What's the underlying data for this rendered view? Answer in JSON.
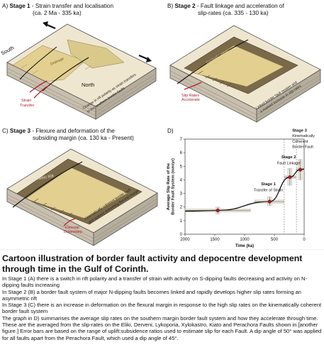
{
  "panels": {
    "a": {
      "letter": "A)",
      "stage": "Stage 1",
      "title_line1": " - Strain transfer and localisation",
      "title_line2": "(ca. 2 Ma - 335 ka)",
      "labels": {
        "south": "South",
        "north": "North",
        "strain_transfer_1": "Strain",
        "strain_transfer_2": "Transfer",
        "drainage": "Drainage",
        "note_1": "Change in rift polarity as strain transfers",
        "note_2": "to the southern border faults"
      }
    },
    "b": {
      "letter": "B)",
      "stage": "Stage 2",
      "title_line1": " - Fault linkage and acceleration of",
      "title_line2": "slip-rates (ca. 335 - 130 ka)",
      "labels": {
        "slip_rates_1": "Slip Rates",
        "slip_rates_2": "Accelerate",
        "drainage_1": "Footwall Linked",
        "drainage_2": "Drainage",
        "note_1": "Linked border fault system and",
        "note_2": "a marked increase in slip-rates"
      }
    },
    "c": {
      "letter": "C)",
      "stage": "Stage 3",
      "title_line1": " - Flexure and deformation of the",
      "title_line2": "subsiding margin (ca. 130 ka - Present)",
      "labels": {
        "asymmetric_rift": "Asymmetric Rift",
        "flexural_1": "Flexural",
        "flexural_2": "Downwarp",
        "note_1": "Kinematically coherent border fault",
        "note_2": "and actively deforming flexural margin"
      }
    },
    "d": {
      "letter": "D)"
    }
  },
  "chart_data": {
    "type": "line",
    "ylabel_line1": "Average Slip Rate of the",
    "ylabel_line2": "Border Fault System (mm/yr)",
    "xlabel": "Time (ka)",
    "xlim": [
      2000,
      0
    ],
    "ylim": [
      0,
      7
    ],
    "x_ticks": [
      2000,
      1500,
      1000,
      500,
      0
    ],
    "y_ticks": [
      0,
      1,
      2,
      3,
      4,
      5,
      6,
      7
    ],
    "x_tick_labels": [
      "2000",
      "1500",
      "1000",
      "500",
      "0"
    ],
    "y_tick_labels": [
      "0",
      "1",
      "2",
      "3",
      "4",
      "5",
      "6",
      "7"
    ],
    "points": [
      {
        "x": 1450,
        "y": 1.75,
        "xerr": [
          550,
          550
        ],
        "yerr": [
          0.25,
          0.25
        ]
      },
      {
        "x": 580,
        "y": 2.4,
        "xerr": [
          250,
          240
        ],
        "yerr": [
          0.3,
          0.35
        ]
      },
      {
        "x": 240,
        "y": 4.2,
        "xerr": [
          90,
          100
        ],
        "yerr": [
          0.6,
          0.65
        ]
      },
      {
        "x": 65,
        "y": 4.75,
        "xerr": [
          65,
          65
        ],
        "yerr": [
          0.75,
          0.75
        ]
      }
    ],
    "stage_dividers": [
      335,
      130
    ],
    "annotations": {
      "stage1_title": "Stage 1",
      "stage1_sub": "Transfer of Strain",
      "stage2_title": "Stage 2",
      "stage2_sub": "Fault Linkage",
      "stage3_title": "Stage 3",
      "stage3_sub1": "Kinematically",
      "stage3_sub2": "Coherent",
      "stage3_sub3": "Border Fault"
    },
    "colors": {
      "marker": "#a61b2b",
      "band": "#e6e3d9",
      "line": "#000000",
      "divider": "#888888"
    }
  },
  "caption": {
    "title": "Cartoon illustration of border fault activity and depocentre development through time in the Gulf of Corinth.",
    "paragraphs": [
      "In Stage 1 (A) there is a switch in rift polarity and a transfer of strain with activity on S-dipping faults decreasing and activity on N-dipping faults increasing",
      "In Stage 2 (B) a border fault system of major N-dipping faults becomes linked and rapidly develops higher slip rates forming an asymmetric rift",
      "In Stage 3 (C) there is an increase in deformation on the flexural margin in response to the high slip rates on the kinematically coherent border fault system",
      "The graph in D) summarises the average slip rates on the southern margin border fault system and how they accelerate through time. These are the averaged from the slip-rates on the Eliki, Derveni, Lykoporia, Xylokastro, Kiato and Perachora Faults shown in [another figure.] Error bars are based on the range of uplift:subsidence ratios used to estimate slip for each Fault. A dip angle of 50° was applied for all faults apart from the Perachora Fault, which used a dip angle of 45°."
    ]
  }
}
